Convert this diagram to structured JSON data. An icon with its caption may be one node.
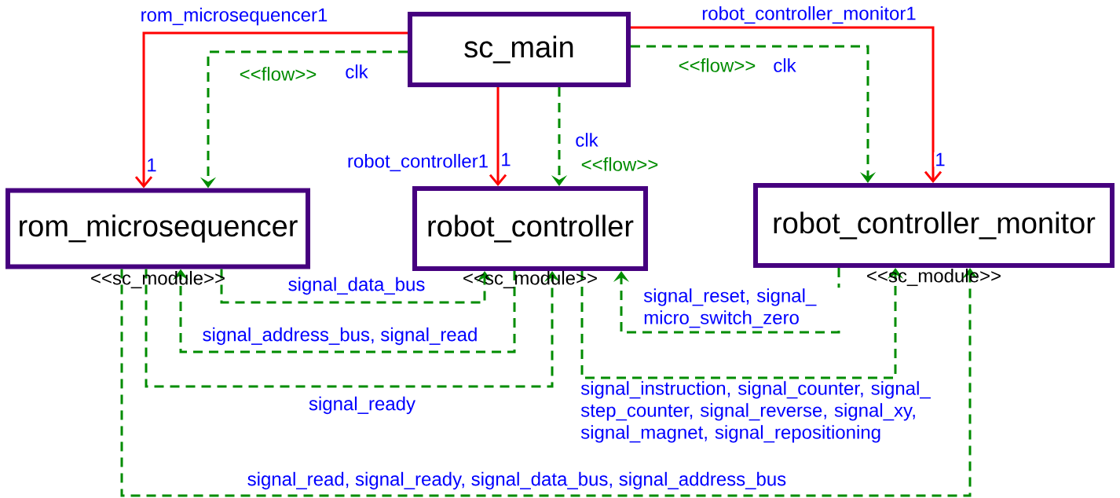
{
  "diagram": {
    "nodes": [
      {
        "text": [
          "sc_main"
        ]
      },
      {
        "text": [
          "rom_microsequencer"
        ],
        "beside": [
          "<<sc_module>>"
        ]
      },
      {
        "text": [
          "robot_controller"
        ],
        "beside": [
          "<<sc_module>>"
        ]
      },
      {
        "text": [
          "robot_controller_monitor"
        ],
        "beside": [
          "<<sc_module>>"
        ]
      }
    ],
    "edges": [
      {
        "from": 0,
        "to": 1,
        "arrow": "to",
        "label": "rom_microsequencer1",
        "color": "#ff0000"
      },
      {
        "from": 0,
        "to": 2,
        "arrow": "to",
        "label": "robot_controller1",
        "color": "#ff0000"
      },
      {
        "from": 0,
        "to": 3,
        "arrow": "to",
        "label": "robot_controller_monitor1",
        "color": "#ff0000"
      },
      {
        "from": 0,
        "to": 1,
        "arrow": "to",
        "label": "clk",
        "style": "dashed"
      },
      {
        "from": 0,
        "to": 2,
        "arrow": "to",
        "label": "clk",
        "style": "dashed"
      },
      {
        "from": 0,
        "to": 3,
        "arrow": "to",
        "label": "clk",
        "style": "dashed"
      },
      {
        "from": 1,
        "to": 2,
        "arrow": "to",
        "label": "signal_data_bus",
        "style": "dashed"
      },
      {
        "from": 2,
        "to": 1,
        "arrow": "to",
        "label": "signal_address_bus, signal_read",
        "style": "dashed"
      },
      {
        "from": 1,
        "to": 2,
        "arrow": "to",
        "label": "signal_ready",
        "style": "dashed"
      },
      {
        "from": 3,
        "to": 2,
        "arrow": "to",
        "label": "signal_reset, signal_ micro_switch_zero",
        "style": "dashed"
      },
      {
        "from": 2,
        "to": 3,
        "arrow": "to",
        "label": "signal_instruction, signal_counter, signal_ step_counter, signal_reverse, signal_xy, signal_magnet, signal_repositioning",
        "style": "dashed"
      },
      {
        "from": 1,
        "to": 3,
        "arrow": "to",
        "label": "signal_read, signal_ready, signal_data_bus, signal_address_bus",
        "style": "dashed"
      }
    ],
    "labels": [
      "<<flow>>",
      "<<flow>>",
      "1",
      "1",
      "<<flow>>",
      "1"
    ]
  }
}
